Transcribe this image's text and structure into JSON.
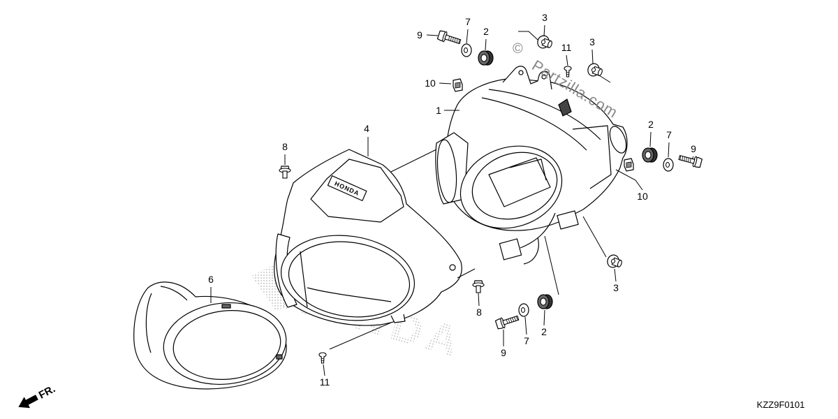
{
  "diagram": {
    "callouts": [
      "9",
      "7",
      "2",
      "3",
      "11",
      "3",
      "10",
      "1",
      "4",
      "8",
      "2",
      "7",
      "9",
      "10",
      "3",
      "8",
      "6",
      "2",
      "7",
      "9",
      "11"
    ],
    "diagram_code": "KZZ9F0101",
    "direction_label": "FR.",
    "watermark": {
      "symbol": "©",
      "text": "Partzilla.com"
    },
    "background_watermark": "HONDA",
    "part_badge": "HONDA",
    "colors": {
      "line": "#000000",
      "watermark": "#8a8a8a",
      "rubber": "#333333"
    }
  }
}
